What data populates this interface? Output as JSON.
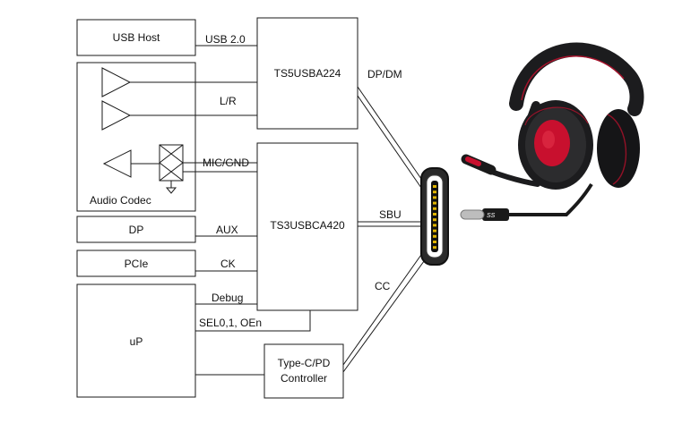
{
  "blocks": {
    "usb_host": "USB Host",
    "audio_codec": "Audio Codec",
    "dp": "DP",
    "pcie": "PCIe",
    "up": "uP",
    "ts5usba224": "TS5USBA224",
    "ts3usbca420": "TS3USBCA420",
    "typec_pd_line1": "Type-C/PD",
    "typec_pd_line2": "Controller"
  },
  "signals": {
    "usb20": "USB 2.0",
    "lr": "L/R",
    "mic_gnd": "MIC/GND",
    "aux": "AUX",
    "ck": "CK",
    "debug": "Debug",
    "sel": "SEL0,1, OEn",
    "dp_dm": "DP/DM",
    "sbu": "SBU",
    "cc": "CC"
  },
  "cable_logo": "SS",
  "colors": {
    "line": "#1a1a1a",
    "headphone_body": "#1c1c1e",
    "headphone_accent": "#c8102e",
    "connector": "#2a2a2a"
  }
}
